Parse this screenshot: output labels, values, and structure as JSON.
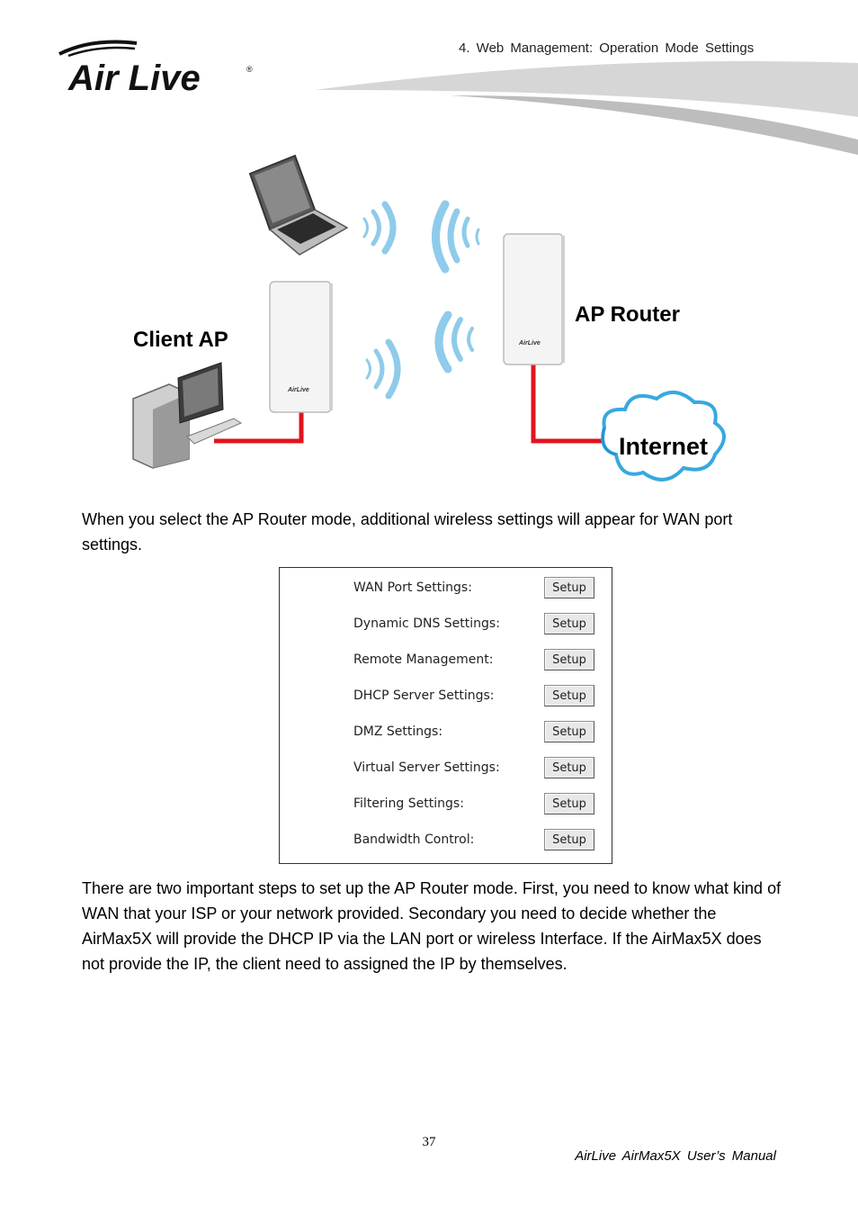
{
  "header": {
    "section_title": "4. Web Management: Operation Mode Settings",
    "logo_text": "Air Live"
  },
  "diagram": {
    "client_label": "Client AP",
    "router_label": "AP Router",
    "internet_label": "Internet",
    "device_logo": "AirLive",
    "link_color": "#e1141e",
    "wave_color": "#8fcbea"
  },
  "intro_paragraph": "When you select the AP Router mode, additional wireless settings will appear for WAN port settings.",
  "settings_panel": {
    "rows": [
      {
        "label": "WAN Port Settings:",
        "button": "Setup"
      },
      {
        "label": "Dynamic DNS Settings:",
        "button": "Setup"
      },
      {
        "label": "Remote Management:",
        "button": "Setup"
      },
      {
        "label": "DHCP Server Settings:",
        "button": "Setup"
      },
      {
        "label": "DMZ Settings:",
        "button": "Setup"
      },
      {
        "label": "Virtual Server Settings:",
        "button": "Setup"
      },
      {
        "label": "Filtering Settings:",
        "button": "Setup"
      },
      {
        "label": "Bandwidth Control:",
        "button": "Setup"
      }
    ]
  },
  "body_paragraph": "There are two important steps to set up the AP Router mode. First, you need to know what kind of WAN that your ISP or your network provided. Secondary you need to decide whether the AirMax5X will provide the DHCP IP via the LAN port or wireless Interface. If the AirMax5X does not provide the IP, the client need to assigned the IP by themselves.",
  "footer": {
    "page_number": "37",
    "manual_title": "AirLive  AirMax5X  User’s  Manual"
  }
}
